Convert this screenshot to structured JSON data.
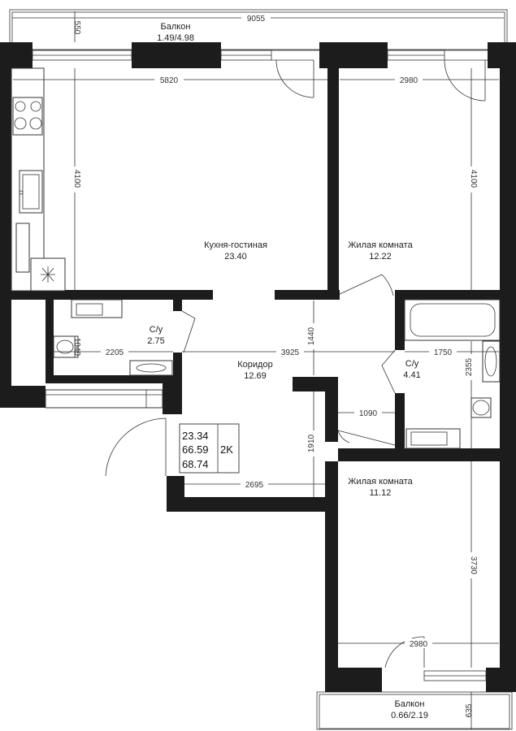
{
  "rooms": {
    "balcony_top": {
      "name": "Балкон",
      "area": "1.49/4.98"
    },
    "kitchen": {
      "name": "Кухня-гостиная",
      "area": "23.40"
    },
    "bedroom1": {
      "name": "Жилая комната",
      "area": "12.22"
    },
    "bath1": {
      "name": "С/у",
      "area": "2.75"
    },
    "corridor": {
      "name": "Коридор",
      "area": "12.69"
    },
    "bath2": {
      "name": "С/у",
      "area": "4.41"
    },
    "bedroom2": {
      "name": "Жилая комната",
      "area": "11.12"
    },
    "balcony_bottom": {
      "name": "Балкон",
      "area": "0.66/2.19"
    }
  },
  "summary": {
    "living": "23.34",
    "total": "66.59",
    "total_with_balcony": "68.74",
    "type": "2K"
  },
  "dimensions": {
    "overall_width": "9055",
    "balcony_depth_top": "550",
    "kitchen_width": "5820",
    "kitchen_depth": "4100",
    "bedroom1_width": "2980",
    "bedroom1_depth": "4100",
    "corridor_depth": "1440",
    "bath1_width": "2205",
    "bath1_small": "1040",
    "corridor_width": "3925",
    "bath2_width": "1750",
    "bath2_depth": "2355",
    "nook_width": "1090",
    "hall_depth": "1910",
    "hall_width": "2695",
    "bedroom2_depth": "3730",
    "bedroom2_width": "2980",
    "balcony_depth_bottom": "635"
  }
}
